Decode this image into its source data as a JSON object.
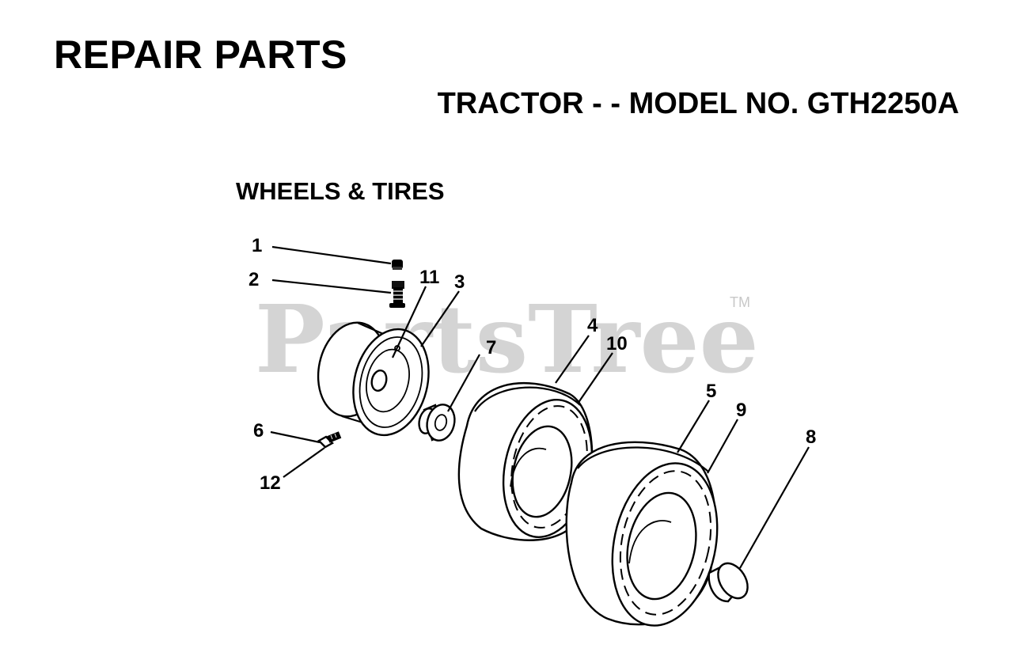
{
  "header": {
    "title": "REPAIR PARTS",
    "subtitle": "TRACTOR - - MODEL NO. GTH2250A"
  },
  "section": {
    "title": "WHEELS & TIRES"
  },
  "watermark": {
    "text": "PartsTree",
    "trademark": "TM"
  },
  "callouts": {
    "c1": "1",
    "c2": "2",
    "c3": "3",
    "c4": "4",
    "c5": "5",
    "c6": "6",
    "c7": "7",
    "c8": "8",
    "c9": "9",
    "c10": "10",
    "c11": "11",
    "c12": "12"
  }
}
